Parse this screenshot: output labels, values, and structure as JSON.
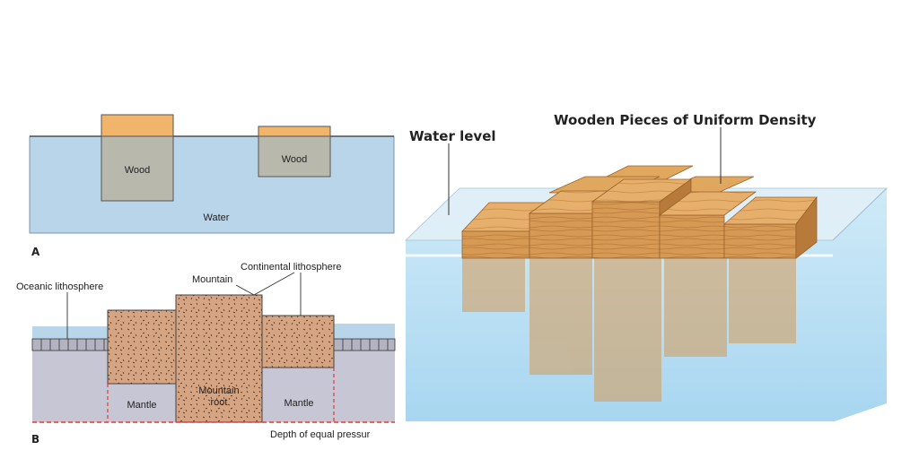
{
  "panel_a": {
    "letter": "A",
    "wood_left": "Wood",
    "wood_right": "Wood",
    "water": "Water",
    "colors": {
      "water": "#b9d5e9",
      "wood_top": "#f0b56a",
      "wood_submerged": "#b9b8ad"
    }
  },
  "panel_b": {
    "letter": "B",
    "oceanic": "Oceanic lithosphere",
    "continental": "Continental lithosphere",
    "mountain": "Mountain",
    "mantle_left": "Mantle",
    "mountain_root": "Mountain root",
    "mantle_right": "Mantle",
    "depth": "Depth of equal pressur",
    "colors": {
      "crust": "#d4a483",
      "mantle": "#c7c6d4",
      "pressure_line": "#e03a3a"
    }
  },
  "panel_c": {
    "water_level": "Water level",
    "pieces": "Wooden Pieces of Uniform Density",
    "colors": {
      "tank_water": "#bfe2f5",
      "wood": "#cf9550"
    }
  }
}
